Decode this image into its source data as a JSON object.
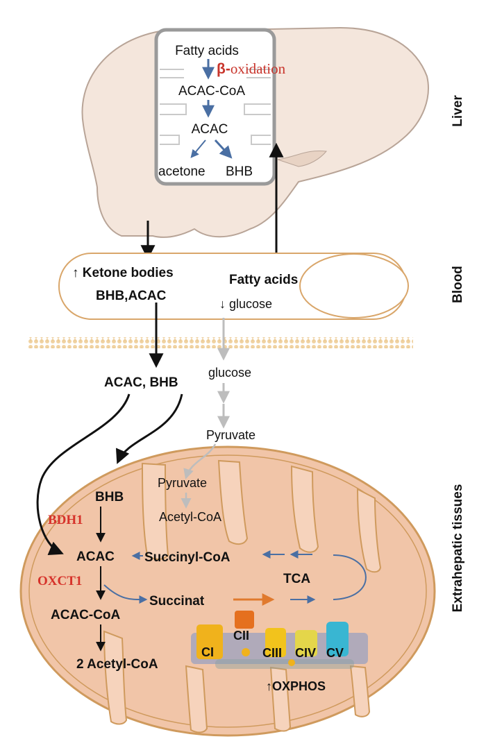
{
  "liver": {
    "fatty_acids": "Fatty acids",
    "beta_symbol": "β-",
    "oxidation": "oxidation",
    "acac_coa": "ACAC-CoA",
    "acac": "ACAC",
    "acetone": "acetone",
    "bhb": "BHB"
  },
  "blood": {
    "ketone_bodies": "↑ Ketone bodies",
    "bhb_acac": "BHB,ACAC",
    "fatty_acids": "Fatty acids",
    "glucose": "↓ glucose"
  },
  "tissue": {
    "acac_bhb": "ACAC, BHB",
    "glucose": "glucose",
    "pyruvate_outer": "Pyruvate",
    "pyruvate_inner": "Pyruvate",
    "acetyl_coa": "Acetyl-CoA",
    "bhb": "BHB",
    "bdh1": "BDH1",
    "acac": "ACAC",
    "oxct1": "OXCT1",
    "acac_coa": "ACAC-CoA",
    "two_acetyl_coa": "2 Acetyl-CoA",
    "succinyl_coa": "Succinyl-CoA",
    "tca": "TCA",
    "succinat": "Succinat",
    "ci": "CI",
    "cii": "CII",
    "ciii": "CIII",
    "civ": "CIV",
    "cv": "CV",
    "oxphos": "↑OXPHOS"
  },
  "side_labels": {
    "liver": "Liver",
    "blood": "Blood",
    "extrahepatic": "Extrahepatic tissues"
  },
  "colors": {
    "liver_fill": "#f4e6dc",
    "liver_stroke": "#b8a497",
    "mito_fill": "#f1c5a8",
    "mito_stroke": "#cf9a5d",
    "vessel_stroke": "#d9a66a",
    "membrane": "#f0d3a3",
    "enzyme_red": "#d6322a",
    "tca_arrow_blue": "#4a6fa3",
    "orange_arrow": "#e07a2e"
  }
}
